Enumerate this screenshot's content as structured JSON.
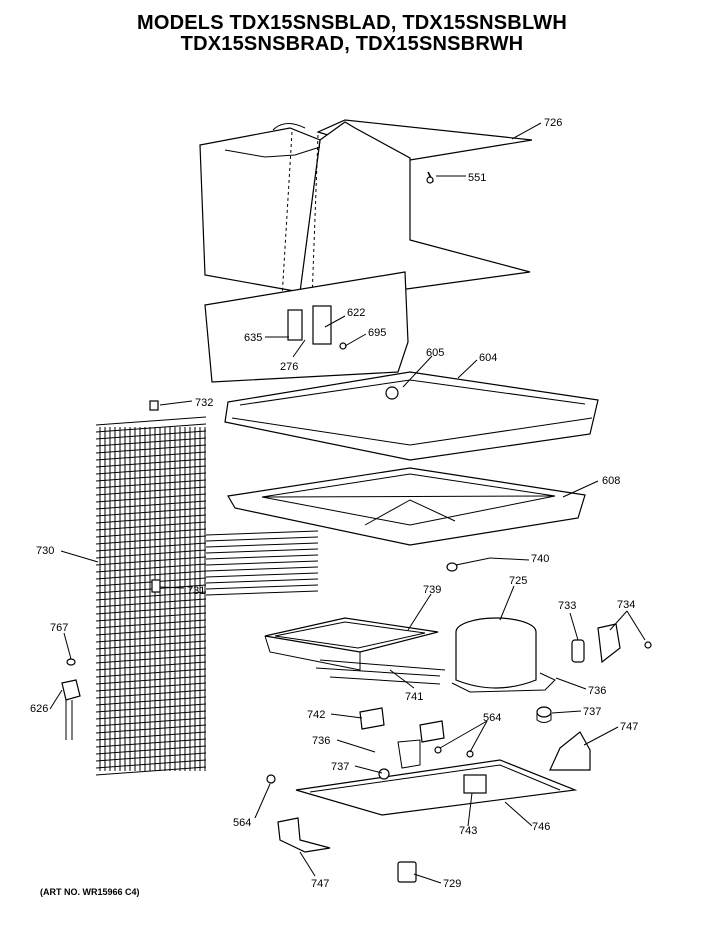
{
  "title": {
    "line1": "MODELS TDX15SNSBLAD, TDX15SNSBLWH",
    "line2": "TDX15SNSBRAD, TDX15SNSBRWH"
  },
  "art_number": "(ART NO. WR15966 C4)",
  "callouts": [
    {
      "id": "726"
    },
    {
      "id": "551"
    },
    {
      "id": "622"
    },
    {
      "id": "635"
    },
    {
      "id": "695"
    },
    {
      "id": "276"
    },
    {
      "id": "605"
    },
    {
      "id": "604"
    },
    {
      "id": "732"
    },
    {
      "id": "608"
    },
    {
      "id": "730"
    },
    {
      "id": "740"
    },
    {
      "id": "731"
    },
    {
      "id": "739"
    },
    {
      "id": "725"
    },
    {
      "id": "733"
    },
    {
      "id": "734"
    },
    {
      "id": "767"
    },
    {
      "id": "741"
    },
    {
      "id": "736"
    },
    {
      "id": "626"
    },
    {
      "id": "742"
    },
    {
      "id": "564"
    },
    {
      "id": "737"
    },
    {
      "id": "747"
    },
    {
      "id": "736"
    },
    {
      "id": "737"
    },
    {
      "id": "564"
    },
    {
      "id": "743"
    },
    {
      "id": "746"
    },
    {
      "id": "747"
    },
    {
      "id": "729"
    }
  ]
}
